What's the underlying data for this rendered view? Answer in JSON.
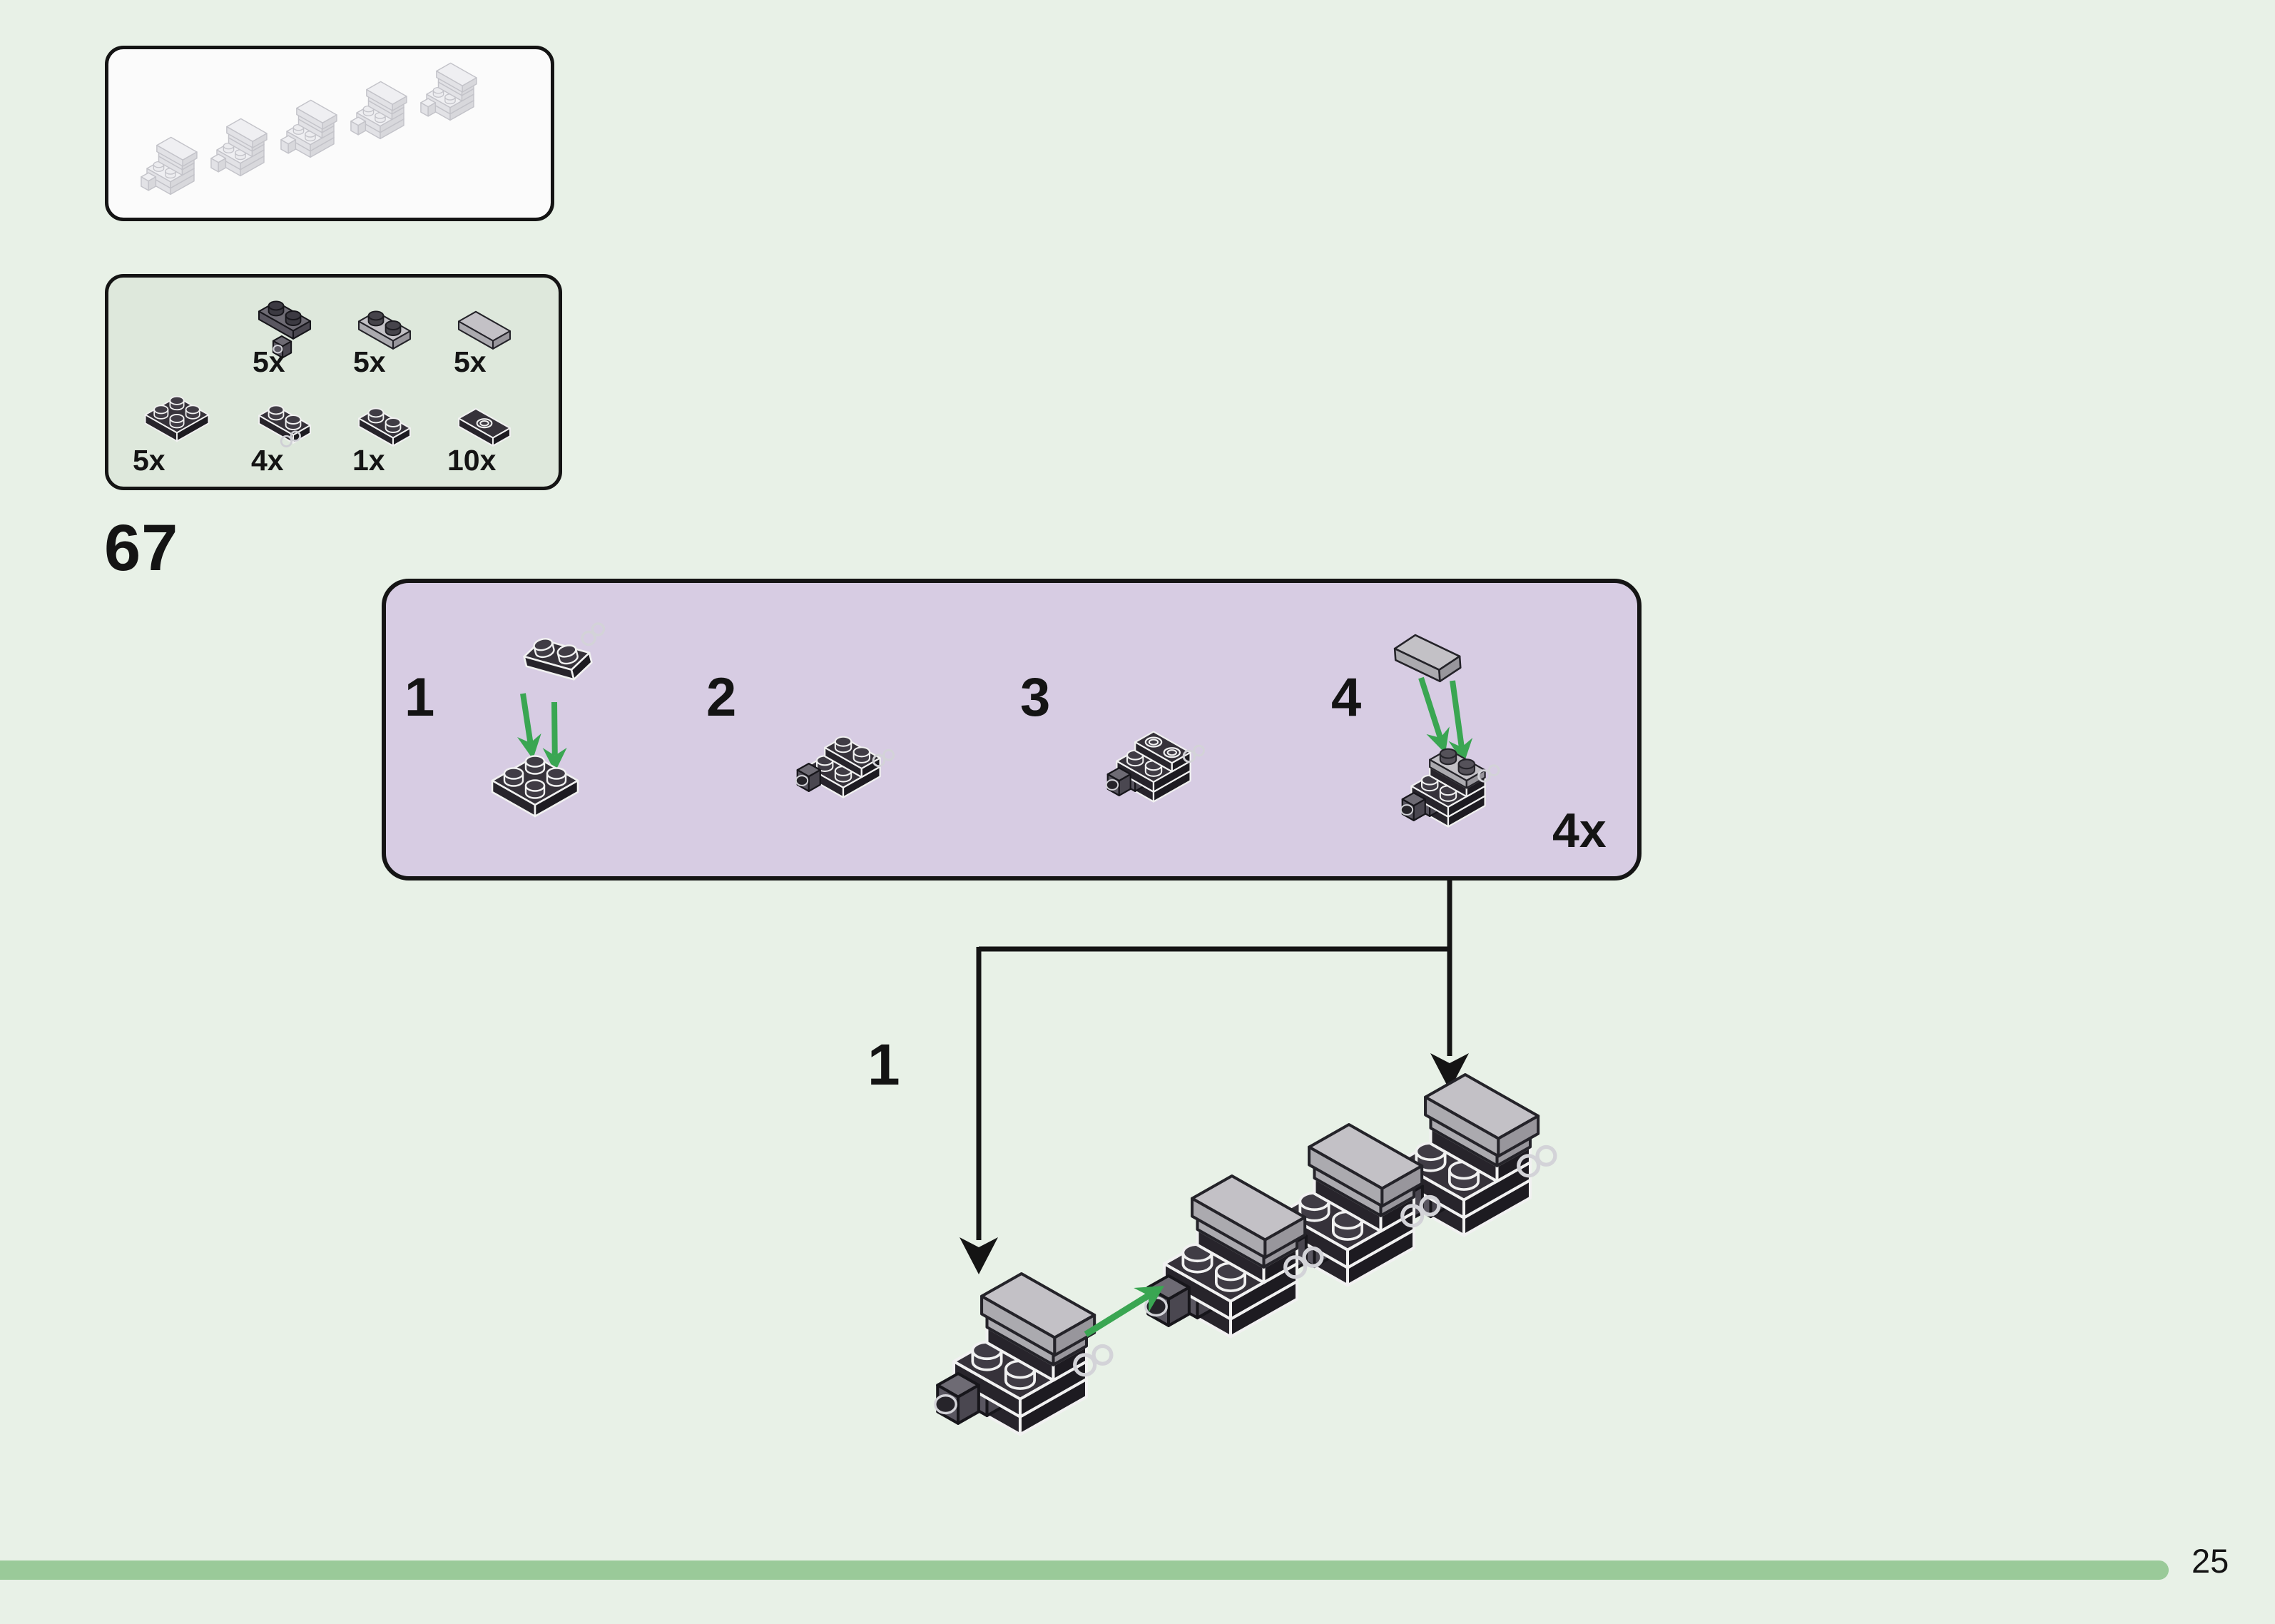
{
  "page": {
    "step_number": "67",
    "number": "25"
  },
  "preview_box": {
    "description": "ghost preview of five assembled clip units in a chain"
  },
  "parts_box": {
    "items": [
      {
        "id": "plate-1x2-with-clip-vertical-darkgray",
        "count": "5x"
      },
      {
        "id": "plate-1x2-lightgray",
        "count": "5x"
      },
      {
        "id": "tile-1x2-lightgray",
        "count": "5x"
      },
      {
        "id": "plate-2x2-black",
        "count": "5x"
      },
      {
        "id": "plate-1x2-with-clips-black",
        "count": "4x"
      },
      {
        "id": "plate-1x2-black",
        "count": "1x"
      },
      {
        "id": "jumper-plate-1x2-black",
        "count": "10x"
      }
    ]
  },
  "step_panel": {
    "substeps": [
      {
        "label": "1"
      },
      {
        "label": "2"
      },
      {
        "label": "3"
      },
      {
        "label": "4"
      }
    ],
    "multiplier": "4x"
  },
  "assembly": {
    "label": "1"
  },
  "colors": {
    "page_bg": "#e8f1e7",
    "parts_box_bg": "#dee8dc",
    "panel_bg": "#d7cce3",
    "arrow_green": "#3aa652",
    "footer_bar": "#9aca99",
    "ink": "#141414"
  }
}
